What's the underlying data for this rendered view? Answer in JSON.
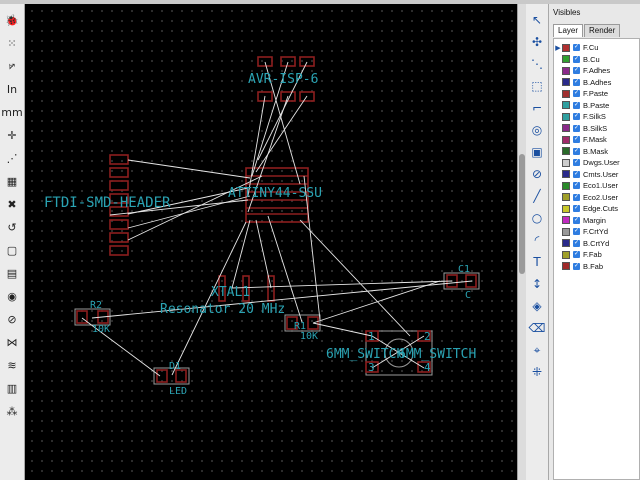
{
  "left_toolbar": {
    "icons": [
      {
        "name": "drc-bug-icon",
        "glyph": "🐞"
      },
      {
        "name": "grid-icon",
        "glyph": "⁙"
      },
      {
        "name": "polar-coords-icon",
        "glyph": "⦬"
      },
      {
        "name": "units-inch-icon",
        "glyph": "In"
      },
      {
        "name": "units-mm-icon",
        "glyph": "mm"
      },
      {
        "name": "cursor-shape-icon",
        "glyph": "✛"
      },
      {
        "name": "show-ratsnest-icon",
        "glyph": "⋰"
      },
      {
        "name": "module-ratsnest-icon",
        "glyph": "▦"
      },
      {
        "name": "auto-delete-tracks-icon",
        "glyph": "✖"
      },
      {
        "name": "show-filled-zones-icon",
        "glyph": "↺"
      },
      {
        "name": "zone-outline-icon",
        "glyph": "▢"
      },
      {
        "name": "zone-sketch-icon",
        "glyph": "▤"
      },
      {
        "name": "pads-sketch-icon",
        "glyph": "◉"
      },
      {
        "name": "vias-sketch-icon",
        "glyph": "⊘"
      },
      {
        "name": "tracks-sketch-icon",
        "glyph": "⋈"
      },
      {
        "name": "high-contrast-icon",
        "glyph": "≋"
      },
      {
        "name": "layers-manager-icon",
        "glyph": "▥"
      },
      {
        "name": "microwave-tools-icon",
        "glyph": "⁂"
      }
    ]
  },
  "right_toolbar": {
    "icons": [
      {
        "name": "select-arrow-icon",
        "glyph": "↖"
      },
      {
        "name": "highlight-net-icon",
        "glyph": "✣"
      },
      {
        "name": "local-ratsnest-icon",
        "glyph": "⋱"
      },
      {
        "name": "add-footprint-icon",
        "glyph": "⬚"
      },
      {
        "name": "route-track-icon",
        "glyph": "⌐"
      },
      {
        "name": "add-via-icon",
        "glyph": "◎"
      },
      {
        "name": "add-zone-icon",
        "glyph": "▣"
      },
      {
        "name": "add-keepout-icon",
        "glyph": "⊘"
      },
      {
        "name": "add-line-icon",
        "glyph": "╱"
      },
      {
        "name": "add-circle-icon",
        "glyph": "○"
      },
      {
        "name": "add-arc-icon",
        "glyph": "◜"
      },
      {
        "name": "add-text-icon",
        "glyph": "T"
      },
      {
        "name": "add-dimension-icon",
        "glyph": "↕"
      },
      {
        "name": "place-target-icon",
        "glyph": "◈"
      },
      {
        "name": "delete-icon",
        "glyph": "⌫"
      },
      {
        "name": "set-origin-icon",
        "glyph": "⌖"
      },
      {
        "name": "grid-origin-icon",
        "glyph": "⁜"
      }
    ]
  },
  "panel": {
    "title": "Visibles",
    "tabs": [
      "Layer",
      "Render"
    ],
    "active_tab": "Layer",
    "layers": [
      {
        "name": "F.Cu",
        "color": "#b03030",
        "checked": true,
        "active": true
      },
      {
        "name": "B.Cu",
        "color": "#30a030",
        "checked": true,
        "active": false
      },
      {
        "name": "F.Adhes",
        "color": "#8a2a8a",
        "checked": true,
        "active": false
      },
      {
        "name": "B.Adhes",
        "color": "#2a2a8a",
        "checked": true,
        "active": false
      },
      {
        "name": "F.Paste",
        "color": "#a03030",
        "checked": true,
        "active": false
      },
      {
        "name": "B.Paste",
        "color": "#30a0a0",
        "checked": true,
        "active": false
      },
      {
        "name": "F.SilkS",
        "color": "#30a0a0",
        "checked": true,
        "active": false
      },
      {
        "name": "B.SilkS",
        "color": "#8a2a8a",
        "checked": true,
        "active": false
      },
      {
        "name": "F.Mask",
        "color": "#a02a6a",
        "checked": true,
        "active": false
      },
      {
        "name": "B.Mask",
        "color": "#2a6a2a",
        "checked": true,
        "active": false
      },
      {
        "name": "Dwgs.User",
        "color": "#cccccc",
        "checked": true,
        "active": false
      },
      {
        "name": "Cmts.User",
        "color": "#2a2a8a",
        "checked": true,
        "active": false
      },
      {
        "name": "Eco1.User",
        "color": "#2a8a2a",
        "checked": true,
        "active": false
      },
      {
        "name": "Eco2.User",
        "color": "#a0a02a",
        "checked": true,
        "active": false
      },
      {
        "name": "Edge.Cuts",
        "color": "#c8c82a",
        "checked": true,
        "active": false
      },
      {
        "name": "Margin",
        "color": "#c02ac0",
        "checked": true,
        "active": false
      },
      {
        "name": "F.CrtYd",
        "color": "#999999",
        "checked": true,
        "active": false
      },
      {
        "name": "B.CrtYd",
        "color": "#2a2a8a",
        "checked": true,
        "active": false
      },
      {
        "name": "F.Fab",
        "color": "#a0a02a",
        "checked": true,
        "active": false
      },
      {
        "name": "B.Fab",
        "color": "#a02a2a",
        "checked": true,
        "active": false
      }
    ]
  },
  "board": {
    "colors": {
      "pad": "#8c1f1f",
      "silk": "#2aa3b3",
      "ratsnest": "#e6e6e6",
      "fab": "#9a9a9a"
    },
    "labels": {
      "avr_isp": "AVR-ISP-6",
      "ftdi": "FTDI-SMD-HEADER",
      "attiny": "ATTINY44-SSU",
      "xtal_ref": "XTAL1",
      "xtal_val": "Resonator 20 MHz",
      "r2_ref": "R2",
      "r2_val": "10K",
      "r1_ref": "R1",
      "r1_val": "10K",
      "c1_ref": "C1",
      "c1_val": "C",
      "d1_ref": "D1",
      "d1_val": "LED",
      "switch_ref": "6MM_SWITCH",
      "switch_val": "6MM_SWITCH",
      "sw_pin1": "1",
      "sw_pin2": "2",
      "sw_pin3": "3",
      "sw_pin4": "4"
    }
  }
}
